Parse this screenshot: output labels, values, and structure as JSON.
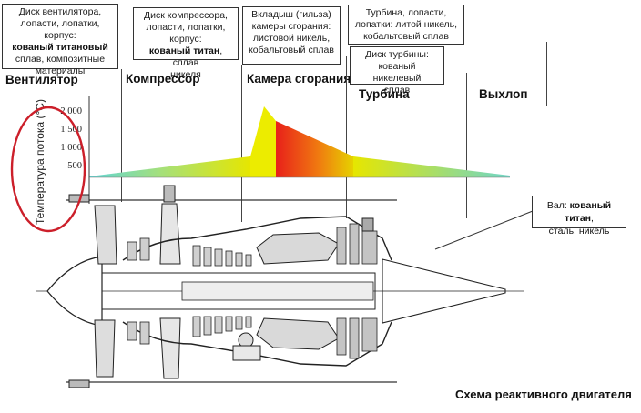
{
  "boxes": {
    "fan": {
      "line1": "Диск вентилятора,",
      "line2": "лопасти, лопатки, корпус:",
      "bold": "кованый титановый",
      "line4": "сплав, композитные",
      "line5": "материалы"
    },
    "compressor": {
      "line1": "Диск компрессора,",
      "line2": "лопасти, лопатки, корпус:",
      "bold": "кованый титан",
      "line3": ", сплав",
      "line4": "никеля"
    },
    "combustor": {
      "line1": "Вкладыш (гильза)",
      "line2": "камеры сгорания:",
      "line3": "листовой никель,",
      "line4": "кобальтовый сплав"
    },
    "turbine": {
      "line1": "Турбина, лопасти,",
      "line2": "лопатки: литой никель,",
      "line3": "кобальтовый сплав"
    },
    "turbine_disk": {
      "line1": "Диск турбины:",
      "line2": "кованый никелевый",
      "line3": "сплав"
    }
  },
  "sections": {
    "fan": "Вентилятор",
    "compressor": "Компрессор",
    "combustor": "Камера сгорания",
    "turbine": "Турбина",
    "exhaust": "Выхлоп"
  },
  "y_axis": {
    "label": "Температура потока (°C)",
    "ticks": [
      "2 000",
      "1 500",
      "1 000",
      "500"
    ]
  },
  "shaft_callout": {
    "prefix": "Вал: ",
    "bold": "кованый титан",
    "suffix": ",",
    "line2": "сталь, никель"
  },
  "caption": "Схема реактивного двигателя",
  "colors": {
    "highlight_ring": "#cc1f2a",
    "temp_low": "#5fd6d6",
    "temp_mid": "#e6e600",
    "temp_high": "#e8201a"
  }
}
